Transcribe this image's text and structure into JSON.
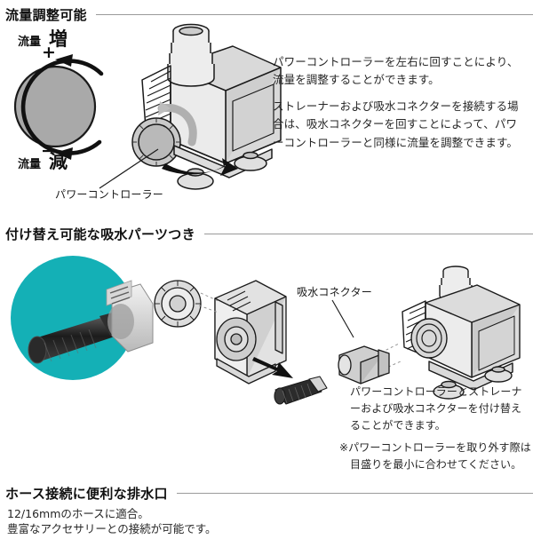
{
  "sections": [
    {
      "id": "flow-control",
      "header": "流量調整可能",
      "paragraphs": [
        "パワーコントローラーを左右に回すことにより、流量を調整することができます。",
        "ストレーナーおよび吸水コネクターを接続する場合は、吸水コネクターを回すことによって、パワーコントローラーと同様に流量を調整できます。"
      ],
      "diagram": {
        "label_increase_small": "流量",
        "label_increase_big": "増",
        "label_decrease_small": "流量",
        "label_decrease_big": "減",
        "sign_plus": "+",
        "sign_minus": "−",
        "callout": "パワーコントローラー"
      }
    },
    {
      "id": "swappable-intake",
      "header": "付け替え可能な吸水パーツつき",
      "callout": "吸水コネクター",
      "paragraphs": [
        "パワーコントローラーとストレーナーおよび吸水コネクターを付け替えることができます。",
        "※パワーコントローラーを取り外す際は目盛りを最小に合わせてください。"
      ]
    },
    {
      "id": "drain-port",
      "header": "ホース接続に便利な排水口",
      "paragraphs": [
        "12/16mmのホースに適合。",
        "豊富なアクセサリーとの接続が可能です。"
      ]
    }
  ],
  "colors": {
    "accent_teal": "#14b0b6",
    "dial_gray": "#a9a9a9",
    "rule_gray": "#9a9a9a",
    "text": "#262626"
  },
  "icons": {
    "arrow_cw": "curved-arrow-clockwise",
    "arrow_ccw": "curved-arrow-counterclockwise",
    "assembly_arrow": "black-block-arrow"
  }
}
